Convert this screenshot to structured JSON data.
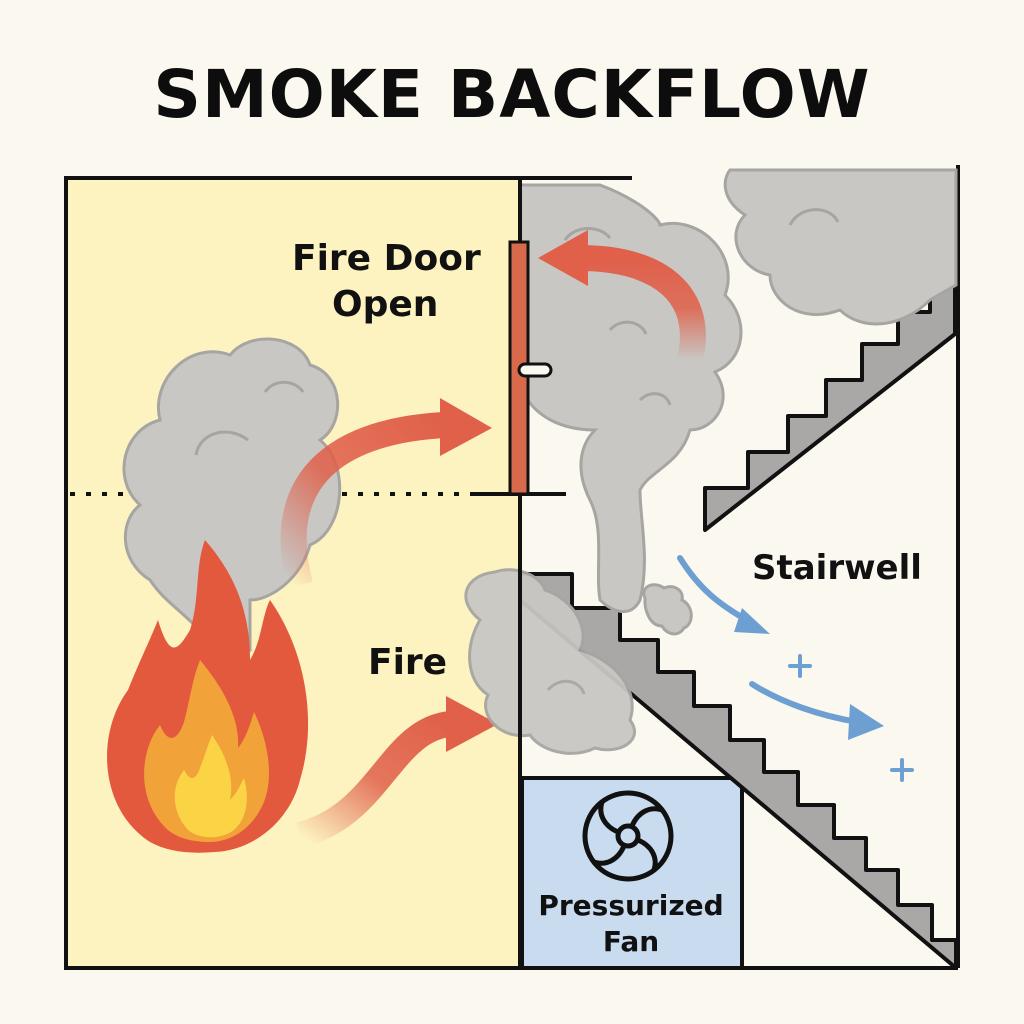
{
  "title": "SMOKE BACKFLOW",
  "labels": {
    "fire_door_line1": "Fire Door",
    "fire_door_line2": "Open",
    "fire": "Fire",
    "stairwell": "Stairwell",
    "fan_line1": "Pressurized",
    "fan_line2": "Fan"
  },
  "icons": [
    "fire-icon",
    "smoke-cloud-icon",
    "fan-icon",
    "arrow-icon",
    "plus-icon"
  ],
  "colors": {
    "room_fill": "#fdf3c0",
    "fan_box_fill": "#c9dbee",
    "smoke": "#c8c7c4",
    "heat_arrow": "#e0604a",
    "air_arrow": "#6e9fd2",
    "door": "#d86a4c",
    "stairs": "#a9a8a6",
    "outline": "#111111"
  }
}
